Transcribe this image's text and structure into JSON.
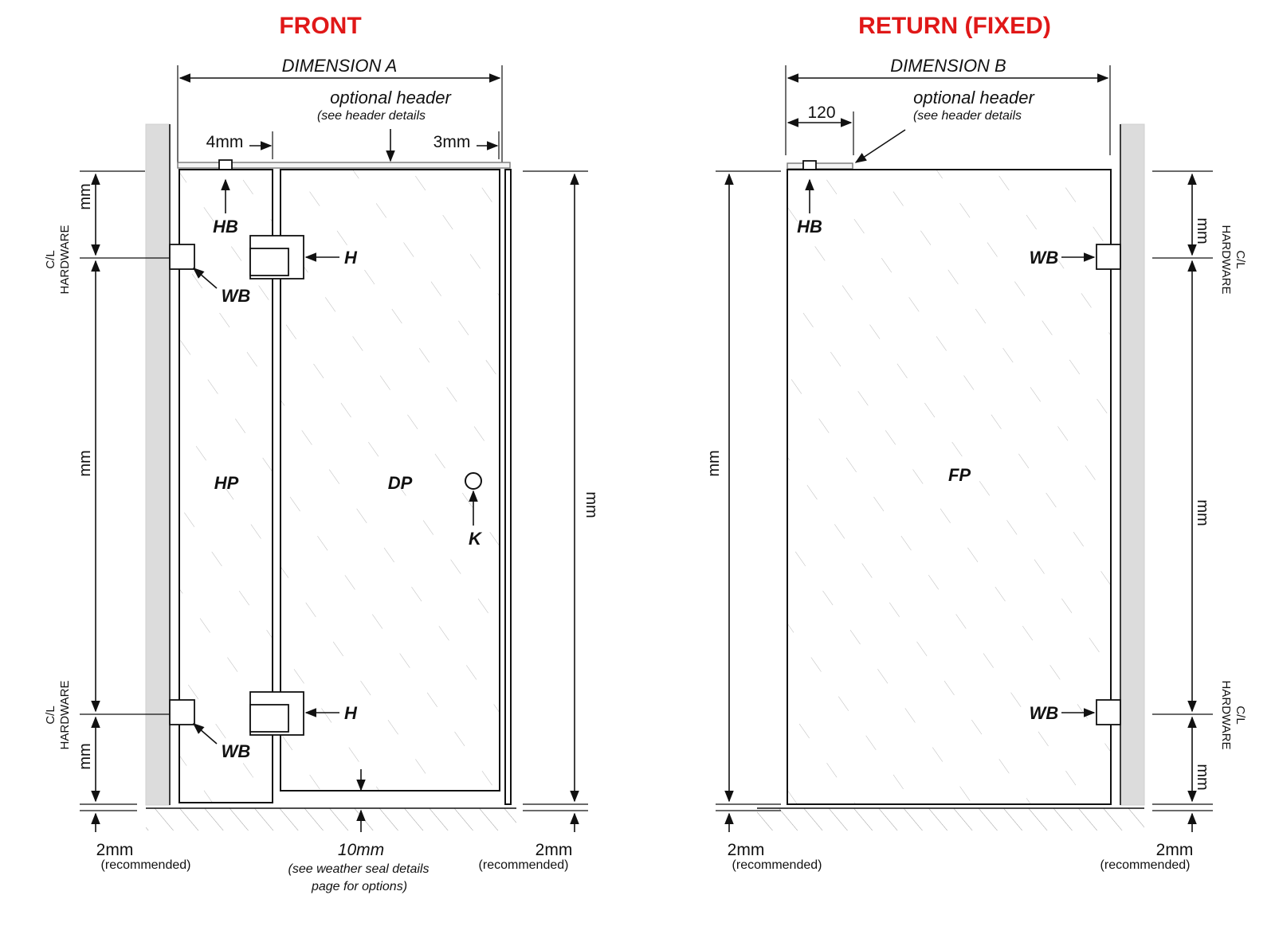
{
  "colors": {
    "title_red": "#e01818",
    "wall_grey": "#dcdcdc",
    "line": "#111111"
  },
  "front": {
    "title": "FRONT",
    "dimension": "DIMENSION A",
    "header_label": "optional header",
    "header_note": "(see header details",
    "gap_left_top": "4mm",
    "gap_right_top": "3mm",
    "hb": "HB",
    "h_top": "H",
    "h_bottom": "H",
    "wb_top": "WB",
    "wb_bottom": "WB",
    "hp": "HP",
    "dp": "DP",
    "k": "K",
    "left_top_mm": "mm",
    "left_mid_mm": "mm",
    "left_bot_mm": "mm",
    "right_mm": "mm",
    "cl_top_1": "C/L",
    "cl_top_2": "HARDWARE",
    "cl_bot_1": "C/L",
    "cl_bot_2": "HARDWARE",
    "bottom_left_gap": "2mm",
    "bottom_left_note": "(recommended)",
    "bottom_mid_gap": "10mm",
    "bottom_mid_note_1": "(see weather seal details",
    "bottom_mid_note_2": "page for options)",
    "bottom_right_gap": "2mm",
    "bottom_right_note": "(recommended)"
  },
  "return": {
    "title": "RETURN  (FIXED)",
    "dimension": "DIMENSION B",
    "offset": "120",
    "header_label": "optional header",
    "header_note": "(see header details",
    "hb": "HB",
    "wb_top": "WB",
    "wb_bottom": "WB",
    "fp": "FP",
    "left_mm": "mm",
    "right_top_mm": "mm",
    "right_mid_mm": "mm",
    "right_bot_mm": "mm",
    "cl_top_1": "C/L",
    "cl_top_2": "HARDWARE",
    "cl_bot_1": "C/L",
    "cl_bot_2": "HARDWARE",
    "bottom_left_gap": "2mm",
    "bottom_left_note": "(recommended)",
    "bottom_right_gap": "2mm",
    "bottom_right_note": "(recommended)"
  }
}
